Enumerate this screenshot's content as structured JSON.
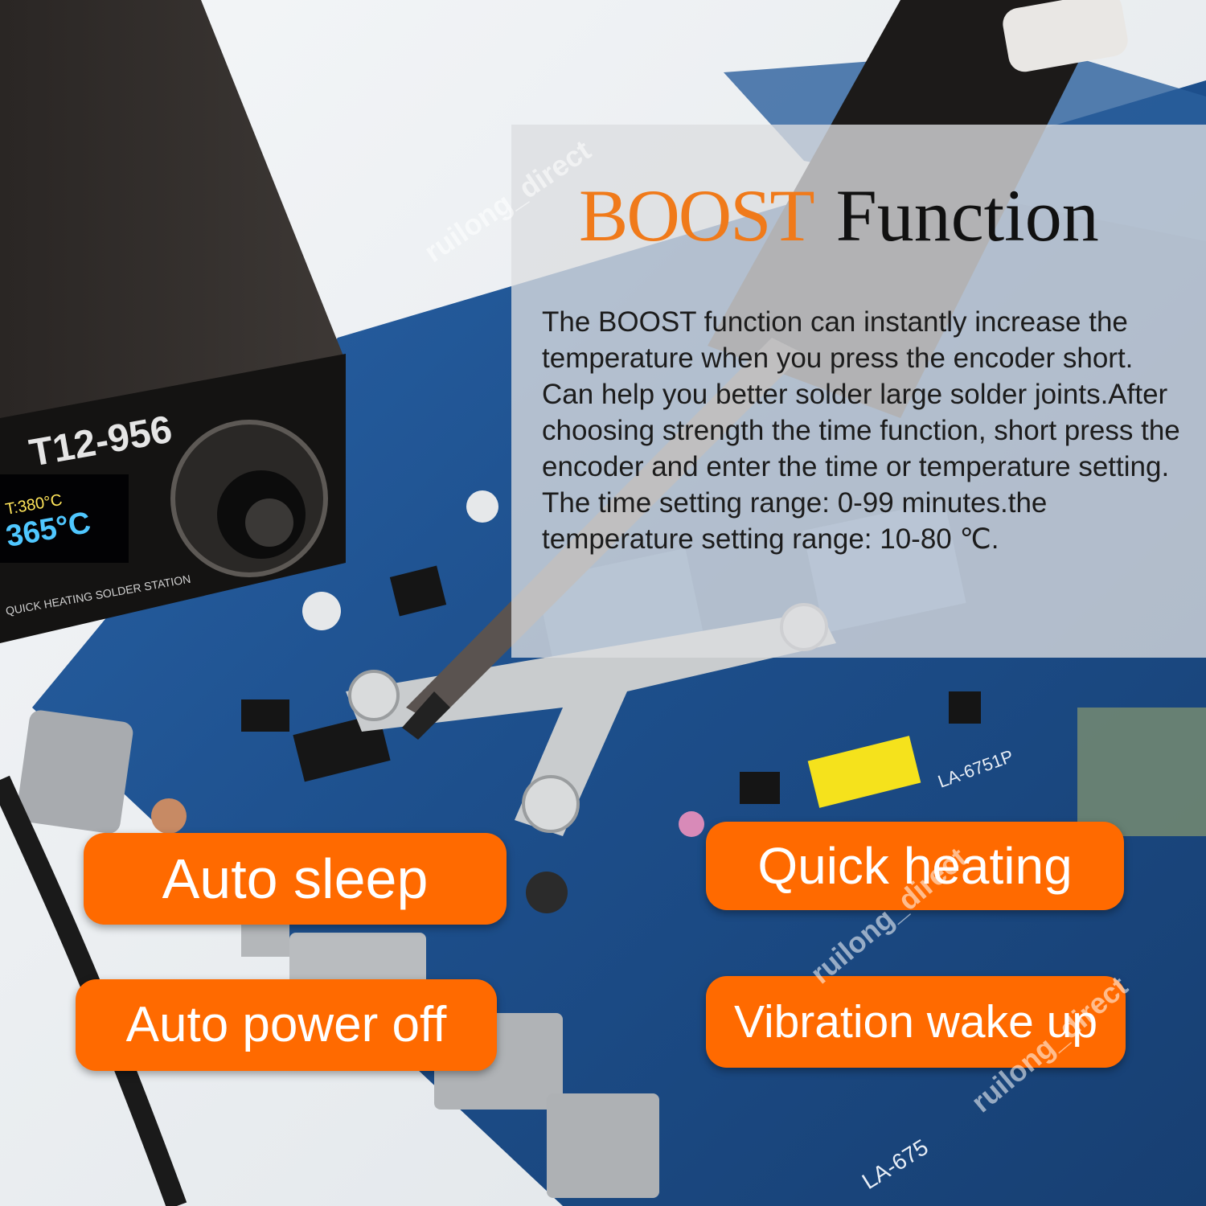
{
  "scene": {
    "device_label": "T12-956",
    "display_main_temp": "365°C",
    "display_set_temp": "T:380°C",
    "front_caption": "QUICK HEATING SOLDER STATION",
    "board_label_1": "LA-6751P",
    "board_label_2": "LA-675"
  },
  "title": {
    "highlight": "BOOST",
    "rest": "Function"
  },
  "description": "The BOOST function can instantly increase the temperature when you press the encoder short. Can help you better solder large solder joints.After choosing strength the time function, short press the encoder and enter the time or temperature setting. The time setting range: 0-99 minutes.the temperature setting range: 10-80 ℃.",
  "features": [
    "Auto sleep",
    "Quick heating",
    "Auto power off",
    "Vibration wake up"
  ],
  "watermarks": [
    "ruilong_direct",
    "ruilong_direct",
    "ruilong_direct"
  ],
  "colors": {
    "accent": "#ff6a00",
    "title_accent": "#f07a1a",
    "board": "#1f4f8a"
  }
}
